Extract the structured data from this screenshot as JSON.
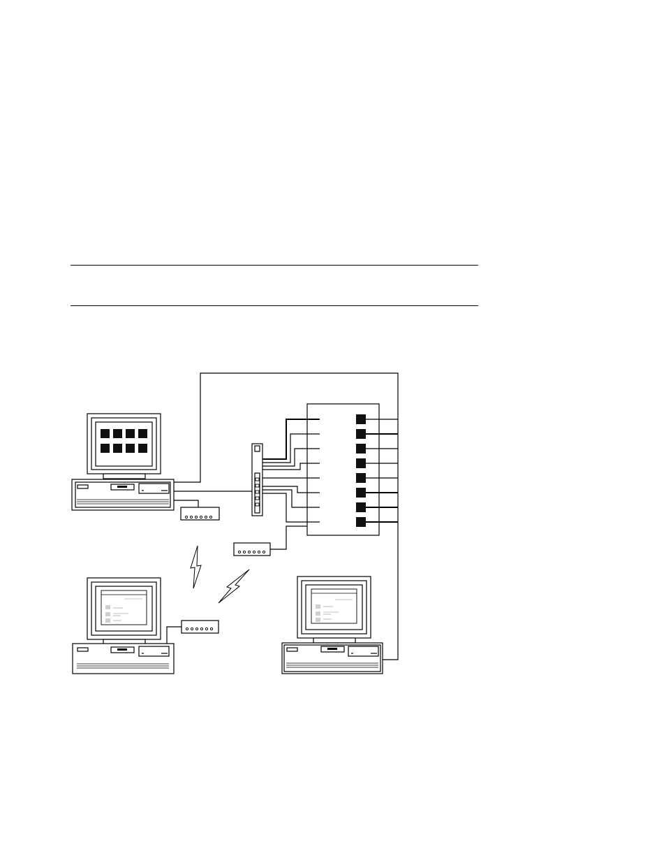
{
  "page": {
    "rules": [
      "top-rule",
      "bottom-rule"
    ]
  },
  "diagram": {
    "nodes": [
      {
        "id": "host-workstation",
        "kind": "computer",
        "screen": "tiles"
      },
      {
        "id": "client-workstation-left",
        "kind": "computer",
        "screen": "window"
      },
      {
        "id": "client-workstation-right",
        "kind": "computer",
        "screen": "window"
      },
      {
        "id": "ethernet-hub",
        "kind": "hub"
      },
      {
        "id": "channel-unit",
        "kind": "multiport-box",
        "ports": 8
      },
      {
        "id": "modem-host",
        "kind": "modem"
      },
      {
        "id": "modem-channel",
        "kind": "modem"
      },
      {
        "id": "modem-client",
        "kind": "modem"
      }
    ],
    "links": [
      {
        "from": "host-workstation",
        "to": "channel-unit",
        "kind": "cable"
      },
      {
        "from": "host-workstation",
        "to": "ethernet-hub",
        "kind": "cable"
      },
      {
        "from": "host-workstation",
        "to": "modem-host",
        "kind": "cable"
      },
      {
        "from": "ethernet-hub",
        "to": "channel-unit",
        "kind": "cable"
      },
      {
        "from": "modem-channel",
        "to": "channel-unit",
        "kind": "cable"
      },
      {
        "from": "client-workstation-left",
        "to": "modem-client",
        "kind": "cable"
      },
      {
        "from": "client-workstation-right",
        "to": "channel-unit",
        "kind": "cable"
      },
      {
        "from": "modem-host",
        "to": "modem-client",
        "kind": "wireless"
      },
      {
        "from": "modem-channel",
        "to": "modem-client",
        "kind": "wireless"
      }
    ],
    "colors": {
      "line": "#000000",
      "fill": "#ffffff",
      "dark": "#111111",
      "grey": "#cfcfcf"
    }
  }
}
